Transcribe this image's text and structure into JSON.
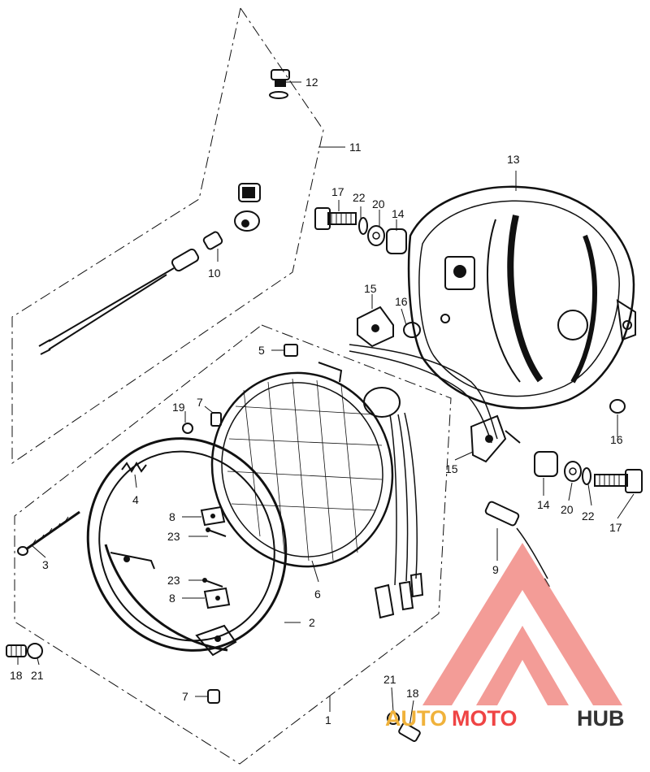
{
  "parts": [
    {
      "id": "1",
      "label": "1"
    },
    {
      "id": "2",
      "label": "2"
    },
    {
      "id": "3",
      "label": "3"
    },
    {
      "id": "4",
      "label": "4"
    },
    {
      "id": "5",
      "label": "5"
    },
    {
      "id": "6",
      "label": "6"
    },
    {
      "id": "7a",
      "label": "7"
    },
    {
      "id": "7b",
      "label": "7"
    },
    {
      "id": "8a",
      "label": "8"
    },
    {
      "id": "8b",
      "label": "8"
    },
    {
      "id": "9",
      "label": "9"
    },
    {
      "id": "10",
      "label": "10"
    },
    {
      "id": "11",
      "label": "11"
    },
    {
      "id": "12",
      "label": "12"
    },
    {
      "id": "13",
      "label": "13"
    },
    {
      "id": "14a",
      "label": "14"
    },
    {
      "id": "14b",
      "label": "14"
    },
    {
      "id": "15a",
      "label": "15"
    },
    {
      "id": "15b",
      "label": "15"
    },
    {
      "id": "16a",
      "label": "16"
    },
    {
      "id": "16b",
      "label": "16"
    },
    {
      "id": "17a",
      "label": "17"
    },
    {
      "id": "17b",
      "label": "17"
    },
    {
      "id": "18a",
      "label": "18"
    },
    {
      "id": "18b",
      "label": "18"
    },
    {
      "id": "19",
      "label": "19"
    },
    {
      "id": "20a",
      "label": "20"
    },
    {
      "id": "20b",
      "label": "20"
    },
    {
      "id": "21a",
      "label": "21"
    },
    {
      "id": "21b",
      "label": "21"
    },
    {
      "id": "22a",
      "label": "22"
    },
    {
      "id": "22b",
      "label": "22"
    },
    {
      "id": "23a",
      "label": "23"
    },
    {
      "id": "23b",
      "label": "23"
    }
  ],
  "watermark": {
    "part1": "AUTO",
    "part2": "MOTO",
    "part3": "HUB",
    "color_primary": "#f0b23b",
    "color_secondary": "#ef4444",
    "color_dark": "#333333"
  }
}
